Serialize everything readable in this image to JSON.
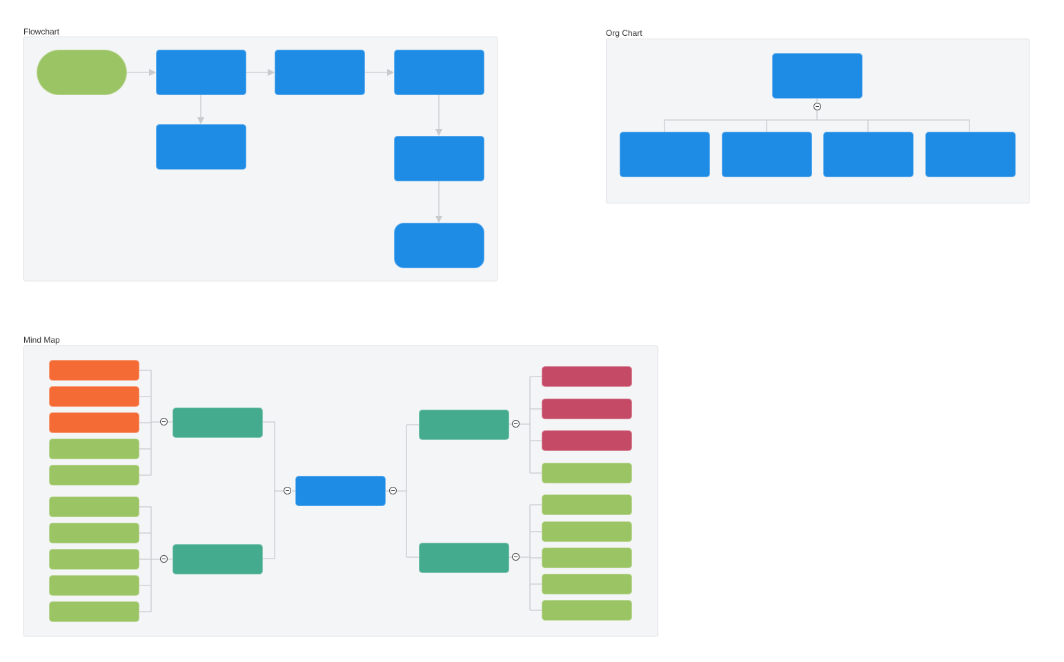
{
  "sections": {
    "flowchart": {
      "title": "Flowchart"
    },
    "org_chart": {
      "title": "Org Chart"
    },
    "mind_map": {
      "title": "Mind Map"
    }
  },
  "colors": {
    "blue": "#1e8be5",
    "green": "#9bc464",
    "teal": "#45ab8e",
    "orange": "#f56b35",
    "red": "#c44a66",
    "connector": "#c8cacd"
  }
}
